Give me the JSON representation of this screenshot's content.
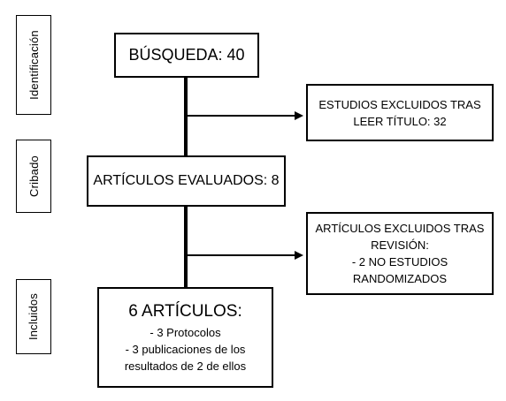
{
  "stages": {
    "identificacion": "Identificación",
    "cribado": "Cribado",
    "incluidos": "Incluidos"
  },
  "boxes": {
    "busqueda": "BÚSQUEDA: 40",
    "excluidos_titulo": {
      "line1": "ESTUDIOS EXCLUIDOS TRAS",
      "line2": "LEER TÍTULO: 32"
    },
    "evaluados": "ARTÍCULOS EVALUADOS: 8",
    "excluidos_revision": {
      "line1": "ARTÍCULOS EXCLUIDOS TRAS",
      "line2": "REVISIÓN:",
      "line3": "- 2 NO ESTUDIOS",
      "line4": "RANDOMIZADOS"
    },
    "incluidos": {
      "title": "6 ARTÍCULOS:",
      "line1": "- 3 Protocolos",
      "line2": "- 3 publicaciones de los",
      "line3": "resultados de 2 de ellos"
    }
  }
}
